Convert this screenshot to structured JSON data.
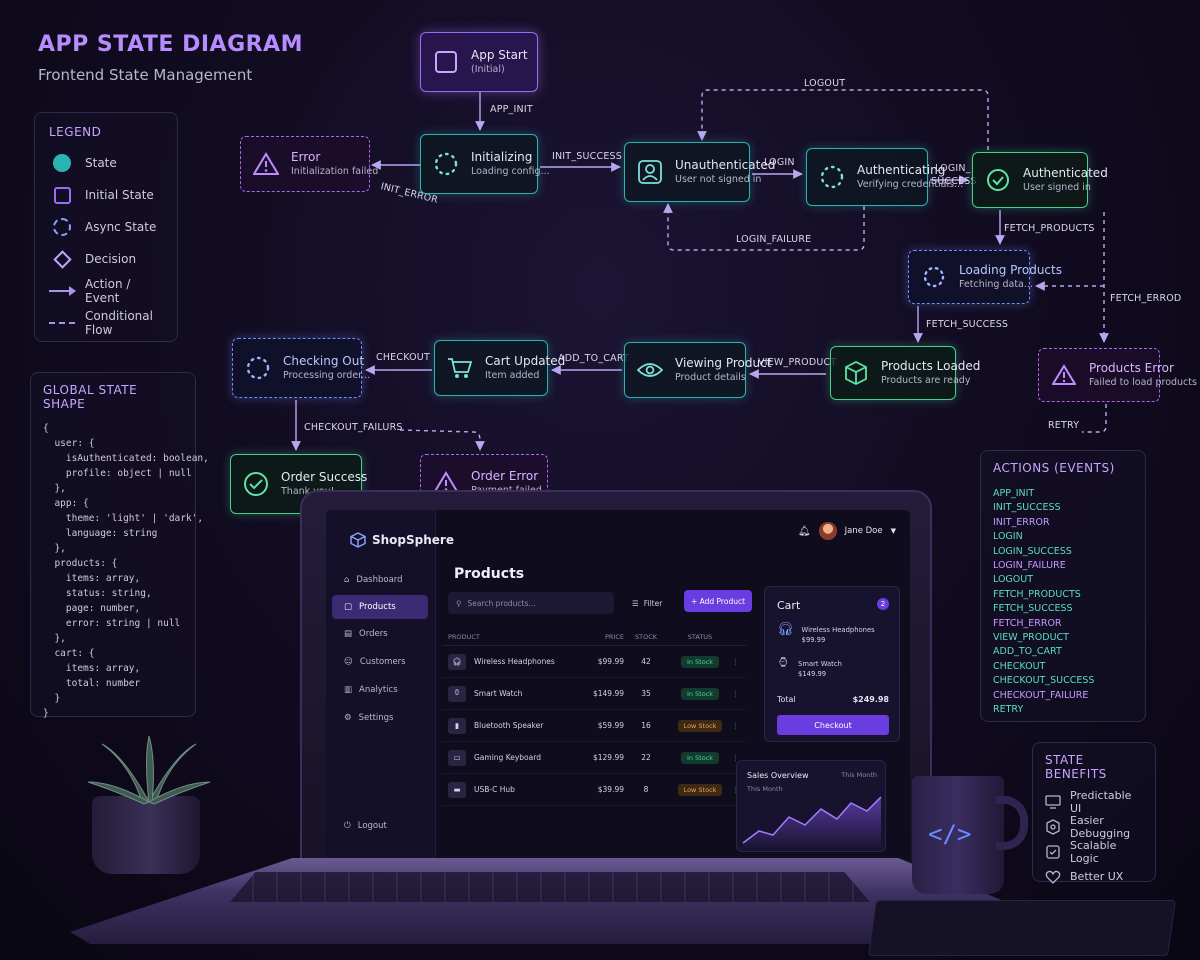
{
  "header": {
    "title": "APP STATE DIAGRAM",
    "subtitle": "Frontend State Management"
  },
  "legend": {
    "title": "LEGEND",
    "items": [
      "State",
      "Initial State",
      "Async State",
      "Decision",
      "Action / Event",
      "Conditional Flow"
    ]
  },
  "state_shape": {
    "title": "GLOBAL STATE SHAPE",
    "lines": [
      "{",
      "  user: {",
      "    isAuthenticated: boolean,",
      "    profile: object | null",
      "  },",
      "  app: {",
      "    theme: 'light' | 'dark',",
      "    language: string",
      "  },",
      "  products: {",
      "    items: array,",
      "    status: string,",
      "    page: number,",
      "    error: string | null",
      "  },",
      "  cart: {",
      "    items: array,",
      "    total: number",
      "  }",
      "}"
    ]
  },
  "nodes": {
    "app_start": {
      "label": "App Start",
      "sub": "(Initial)"
    },
    "error": {
      "label": "Error",
      "sub": "Initialization failed"
    },
    "initializing": {
      "label": "Initializing",
      "sub": "Loading config..."
    },
    "unauthenticated": {
      "label": "Unauthenticated",
      "sub": "User not signed in"
    },
    "authenticating": {
      "label": "Authenticating",
      "sub": "Verifying credentials..."
    },
    "authenticated": {
      "label": "Authenticated",
      "sub": "User signed in"
    },
    "loading_products": {
      "label": "Loading Products",
      "sub": "Fetching data..."
    },
    "products_loaded": {
      "label": "Products Loaded",
      "sub": "Products are ready"
    },
    "products_error": {
      "label": "Products Error",
      "sub": "Failed to load products"
    },
    "viewing_product": {
      "label": "Viewing Product",
      "sub": "Product details"
    },
    "cart_updated": {
      "label": "Cart Updated",
      "sub": "Item added"
    },
    "checking_out": {
      "label": "Checking Out",
      "sub": "Processing order..."
    },
    "order_success": {
      "label": "Order Success",
      "sub": "Thank you!"
    },
    "order_error": {
      "label": "Order Error",
      "sub": "Payment failed"
    }
  },
  "edges": {
    "app_init": "APP_INIT",
    "init_error": "INIT_ERROR",
    "init_success": "INIT_SUCCESS",
    "login": "LOGIN",
    "logout": "LOGOUT",
    "login_success_1": "LOGIN_",
    "login_success_2": "SUCCESS",
    "login_failure": "LOGIN_FAILURE",
    "fetch_products": "FETCH_PRODUCTS",
    "fetch_success": "FETCH_SUCCESS",
    "fetch_error": "FETCH_ERROD",
    "retry": "RETRY",
    "view_product": "VIEW_PRODUCT",
    "add_to_cart": "ADD_TO_CART",
    "checkout": "CHECKOUT",
    "checkout_failure": "CHECKOUT_FAILURS"
  },
  "actions": {
    "title": "ACTIONS (EVENTS)",
    "items": [
      "APP_INIT",
      "INIT_SUCCESS",
      "INIT_ERROR",
      "LOGIN",
      "LOGIN_SUCCESS",
      "LOGIN_FAILURE",
      "LOGOUT",
      "FETCH_PRODUCTS",
      "FETCH_SUCCESS",
      "FETCH_ERROR",
      "VIEW_PRODUCT",
      "ADD_TO_CART",
      "CHECKOUT",
      "CHECKOUT_SUCCESS",
      "CHECKOUT_FAILURE",
      "RETRY"
    ]
  },
  "benefits": {
    "title": "STATE BENEFITS",
    "items": [
      "Predictable UI",
      "Easier Debugging",
      "Scalable Logic",
      "Better UX"
    ]
  },
  "app": {
    "brand": "ShopSphere",
    "user_name": "Jane Doe",
    "nav": [
      "Dashboard",
      "Products",
      "Orders",
      "Customers",
      "Analytics",
      "Settings"
    ],
    "logout": "Logout",
    "page_title": "Products",
    "search_placeholder": "Search products...",
    "filter_label": "Filter",
    "add_label": "+ Add Product",
    "columns": [
      "PRODUCT",
      "PRICE",
      "STOCK",
      "STATUS"
    ],
    "rows": [
      {
        "name": "Wireless Headphones",
        "price": "$99.99",
        "stock": "42",
        "status": "In Stock"
      },
      {
        "name": "Smart Watch",
        "price": "$149.99",
        "stock": "35",
        "status": "In Stock"
      },
      {
        "name": "Bluetooth Speaker",
        "price": "$59.99",
        "stock": "16",
        "status": "Low Stock"
      },
      {
        "name": "Gaming Keyboard",
        "price": "$129.99",
        "stock": "22",
        "status": "In Stock"
      },
      {
        "name": "USB-C Hub",
        "price": "$39.99",
        "stock": "8",
        "status": "Low Stock"
      }
    ],
    "cart": {
      "title": "Cart",
      "count": "2",
      "items": [
        {
          "name": "Wireless Headphones",
          "price": "$99.99"
        },
        {
          "name": "Smart Watch",
          "price": "$149.99"
        }
      ],
      "total_label": "Total",
      "total_value": "$249.98",
      "checkout_label": "Checkout"
    },
    "sales": {
      "title": "Sales Overview",
      "range": "This Month",
      "sub": "This Month"
    }
  },
  "colors": {
    "accent": "#9b6cf5",
    "state": "#2bb3b1",
    "success": "#3fd38a",
    "async": "#6f8cff",
    "error": "#a66be8",
    "actions_text": "#59dcc5"
  }
}
